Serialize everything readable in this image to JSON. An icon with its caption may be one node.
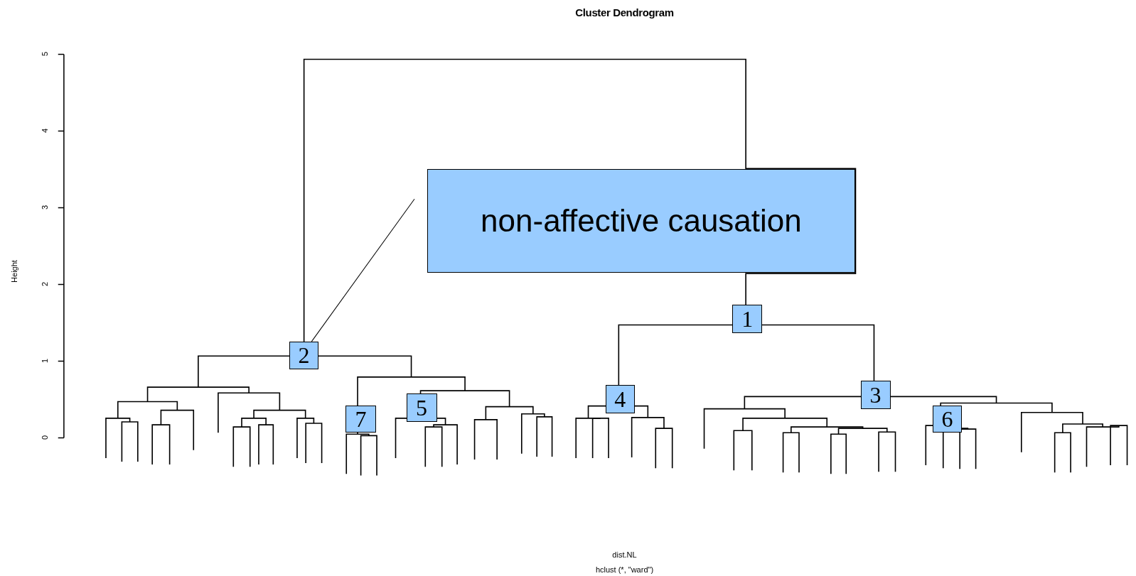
{
  "diagram": {
    "title": "Cluster Dendrogram",
    "nodes": [
      {
        "text": [
          "non-affective causation"
        ]
      },
      {
        "text": [
          "1"
        ]
      },
      {
        "text": [
          "2"
        ]
      },
      {
        "text": [
          "3"
        ]
      },
      {
        "text": [
          "4"
        ]
      },
      {
        "text": [
          "5"
        ]
      },
      {
        "text": [
          "6"
        ]
      },
      {
        "text": [
          "7"
        ]
      }
    ],
    "edges": [
      {
        "from": 0,
        "to": 2,
        "arrow": "none"
      },
      {
        "from": 2,
        "to": 1,
        "arrow": "none"
      },
      {
        "from": 1,
        "to": 4,
        "arrow": "none"
      },
      {
        "from": 1,
        "to": 3,
        "arrow": "none"
      }
    ],
    "labels": [
      "5",
      "4",
      "3",
      "2",
      "1",
      "0",
      "Height",
      "dist.NL",
      "hclust (*, \"ward\")"
    ]
  }
}
